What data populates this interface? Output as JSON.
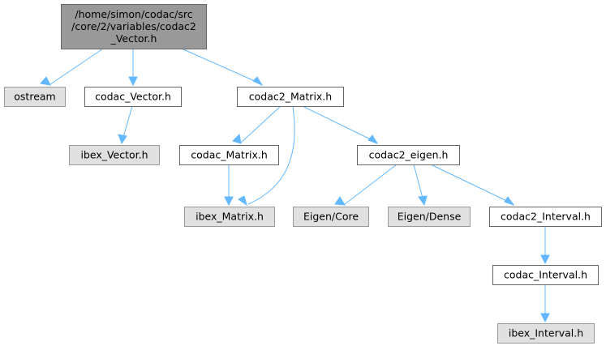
{
  "colors": {
    "root_fill": "#999999",
    "root_stroke": "#666666",
    "file_fill": "#ffffff",
    "file_stroke": "#666666",
    "external_fill": "#e0e0e0",
    "external_stroke": "#999999",
    "edge": "#63b8ff"
  },
  "nodes": [
    {
      "id": "root",
      "kind": "root",
      "lines": [
        "/home/simon/codac/src",
        "/core/2/variables/codac2",
        "_Vector.h"
      ]
    },
    {
      "id": "ostream",
      "kind": "external",
      "lines": [
        "ostream"
      ]
    },
    {
      "id": "codac_vector",
      "kind": "file",
      "lines": [
        "codac_Vector.h"
      ]
    },
    {
      "id": "codac2_matrix",
      "kind": "file",
      "lines": [
        "codac2_Matrix.h"
      ]
    },
    {
      "id": "ibex_vector",
      "kind": "external",
      "lines": [
        "ibex_Vector.h"
      ]
    },
    {
      "id": "codac_matrix",
      "kind": "file",
      "lines": [
        "codac_Matrix.h"
      ]
    },
    {
      "id": "codac2_eigen",
      "kind": "file",
      "lines": [
        "codac2_eigen.h"
      ]
    },
    {
      "id": "ibex_matrix",
      "kind": "external",
      "lines": [
        "ibex_Matrix.h"
      ]
    },
    {
      "id": "eigen_core",
      "kind": "external",
      "lines": [
        "Eigen/Core"
      ]
    },
    {
      "id": "eigen_dense",
      "kind": "external",
      "lines": [
        "Eigen/Dense"
      ]
    },
    {
      "id": "codac2_interval",
      "kind": "file",
      "lines": [
        "codac2_Interval.h"
      ]
    },
    {
      "id": "codac_interval",
      "kind": "file",
      "lines": [
        "codac_Interval.h"
      ]
    },
    {
      "id": "ibex_interval",
      "kind": "external",
      "lines": [
        "ibex_Interval.h"
      ]
    }
  ],
  "edges": [
    {
      "from": "root",
      "to": "ostream"
    },
    {
      "from": "root",
      "to": "codac_vector"
    },
    {
      "from": "root",
      "to": "codac2_matrix"
    },
    {
      "from": "codac_vector",
      "to": "ibex_vector"
    },
    {
      "from": "codac2_matrix",
      "to": "codac_matrix"
    },
    {
      "from": "codac2_matrix",
      "to": "ibex_matrix"
    },
    {
      "from": "codac2_matrix",
      "to": "codac2_eigen"
    },
    {
      "from": "codac_matrix",
      "to": "ibex_matrix"
    },
    {
      "from": "codac2_eigen",
      "to": "eigen_core"
    },
    {
      "from": "codac2_eigen",
      "to": "eigen_dense"
    },
    {
      "from": "codac2_eigen",
      "to": "codac2_interval"
    },
    {
      "from": "codac2_interval",
      "to": "codac_interval"
    },
    {
      "from": "codac_interval",
      "to": "ibex_interval"
    }
  ]
}
